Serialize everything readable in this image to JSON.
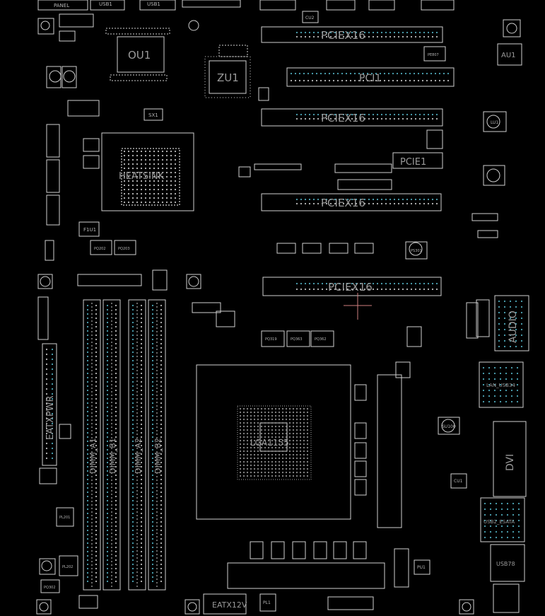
{
  "labels": {
    "panel": "PANEL",
    "usb1": "USB1",
    "usb2": "USB1",
    "ou1": "OU1",
    "zu1": "ZU1",
    "au1": "AU1",
    "pcie_x16_1": "PCIEX16",
    "pci1": "PCI1",
    "pcie_x16_2": "PCIEX16",
    "pcie_x16_3": "PCIEX16",
    "pcie_x16_4": "PCIEX16",
    "pcie1": "PCIE1",
    "heatsink": "HEATSINK",
    "sx1": "SX1",
    "f1u1": "F1U1",
    "pq202": "PQ202",
    "pq203": "PQ203",
    "pq319": "PQ319",
    "pq363": "PQ363",
    "pq362": "PQ362",
    "ps301": "PS301",
    "pe807": "PE807",
    "lga": "LGA1155",
    "dimm_a1": "DIMM_A1",
    "dimm_b1": "DIMM_B1",
    "dimm_a2": "DIMM_A2",
    "dimm_b2": "DIMM_B2",
    "eatxpwr": "EATXPWR",
    "eatx12v": "EATX12V",
    "audio": "AUDIO",
    "dvi": "DVI",
    "lan_usb34": "LAN_USB34",
    "usb2_esata": "USB2_ESATA",
    "usb78": "USB78",
    "pl201": "PL201",
    "pl202": "PL202",
    "pq302": "PQ302",
    "pl1": "PL1",
    "pu1": "PU1",
    "cu2": "CU2",
    "lu1": "LU1",
    "su100": "SU100",
    "cu1": "CU1"
  }
}
